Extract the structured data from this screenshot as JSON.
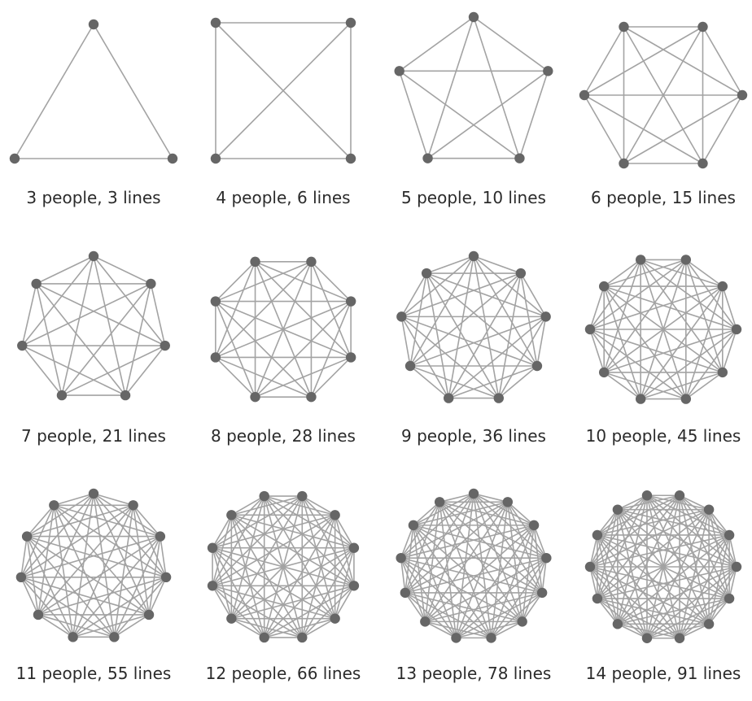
{
  "colors": {
    "background": "#ffffff",
    "edge": "#a3a3a3",
    "node": "#666666",
    "caption": "#2b2b2b"
  },
  "graphs": [
    {
      "people": 3,
      "lines": 3,
      "caption": "3 people, 3 lines"
    },
    {
      "people": 4,
      "lines": 6,
      "caption": "4 people, 6 lines"
    },
    {
      "people": 5,
      "lines": 10,
      "caption": "5 people, 10 lines"
    },
    {
      "people": 6,
      "lines": 15,
      "caption": "6 people, 15 lines"
    },
    {
      "people": 7,
      "lines": 21,
      "caption": "7 people, 21 lines"
    },
    {
      "people": 8,
      "lines": 28,
      "caption": "8 people, 28 lines"
    },
    {
      "people": 9,
      "lines": 36,
      "caption": "9 people, 36 lines"
    },
    {
      "people": 10,
      "lines": 45,
      "caption": "10 people, 45 lines"
    },
    {
      "people": 11,
      "lines": 55,
      "caption": "11 people, 55 lines"
    },
    {
      "people": 12,
      "lines": 66,
      "caption": "12 people, 66 lines"
    },
    {
      "people": 13,
      "lines": 78,
      "caption": "13 people, 78 lines"
    },
    {
      "people": 14,
      "lines": 91,
      "caption": "14 people, 91 lines"
    }
  ]
}
